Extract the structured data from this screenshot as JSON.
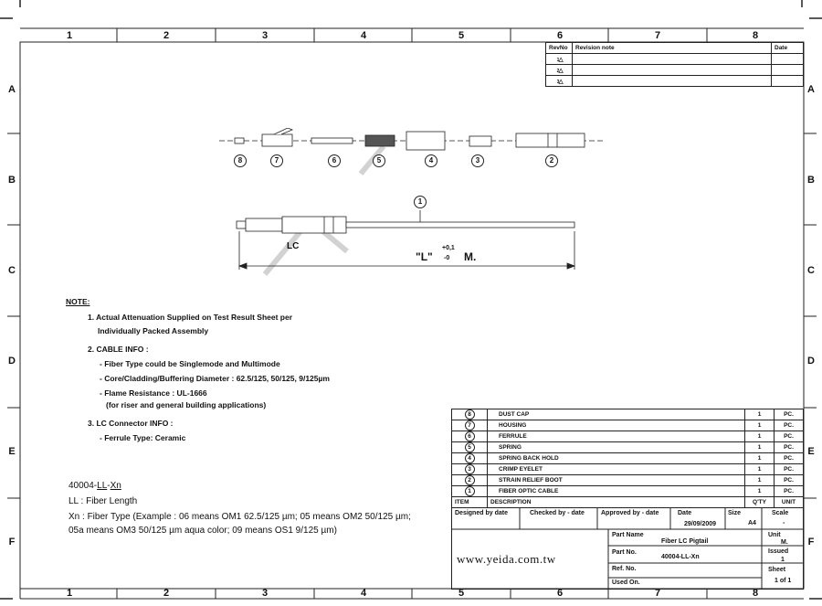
{
  "frame": {
    "columns": [
      "1",
      "2",
      "3",
      "4",
      "5",
      "6",
      "7",
      "8"
    ],
    "rows": [
      "A",
      "B",
      "C",
      "D",
      "E",
      "F"
    ]
  },
  "revision": {
    "headers": [
      "RevNo",
      "Revision note",
      "Date"
    ],
    "rows": [
      "1",
      "2",
      "3"
    ]
  },
  "parts_callouts": [
    "8",
    "7",
    "6",
    "5",
    "4",
    "3",
    "2"
  ],
  "cable_callout": "1",
  "dimension": {
    "connector_label": "LC",
    "length_label": "\"L\"",
    "tol_plus": "+0,1",
    "tol_minus": "-0",
    "unit": "M."
  },
  "notes": {
    "heading": "NOTE:",
    "n1a": "1. Actual Attenuation Supplied on Test Result Sheet per",
    "n1b": "Individually Packed Assembly",
    "n2": "2. CABLE INFO :",
    "n2a": "- Fiber Type could be Singlemode and Multimode",
    "n2b": "- Core/Cladding/Buffering Diameter : 62.5/125, 50/125, 9/125µm",
    "n2c": "- Flame Resistance : UL-1666",
    "n2d": "(for riser and general building applications)",
    "n3": "3. LC  Connector  INFO :",
    "n3a": "- Ferrule Type: Ceramic"
  },
  "code": {
    "pn_prefix": "40004-",
    "pn_ll": "LL",
    "pn_dash": "-",
    "pn_xn": "Xn",
    "ll": "LL : Fiber Length",
    "xn1": "Xn : Fiber Type (Example : 06 means OM1 62.5/125 µm; 05 means OM2 50/125 µm;",
    "xn2": "05a means OM3 50/125 µm aqua color; 09 means OS1 9/125 µm)"
  },
  "bom": {
    "rows": [
      {
        "item": "8",
        "desc": "DUST CAP",
        "qty": "1",
        "unit": "PC."
      },
      {
        "item": "7",
        "desc": "HOUSING",
        "qty": "1",
        "unit": "PC."
      },
      {
        "item": "6",
        "desc": "FERRULE",
        "qty": "1",
        "unit": "PC."
      },
      {
        "item": "5",
        "desc": "SPRING",
        "qty": "1",
        "unit": "PC."
      },
      {
        "item": "4",
        "desc": "SPRING BACK HOLD",
        "qty": "1",
        "unit": "PC."
      },
      {
        "item": "3",
        "desc": "CRIMP EYELET",
        "qty": "1",
        "unit": "PC."
      },
      {
        "item": "2",
        "desc": "STRAIN RELIEF BOOT",
        "qty": "1",
        "unit": "PC."
      },
      {
        "item": "1",
        "desc": "FIBER OPTIC CABLE",
        "qty": "1",
        "unit": "PC."
      }
    ],
    "header": {
      "item": "ITEM",
      "desc": "DESCRIPTION",
      "qty": "Q'TY",
      "unit": "UNIT"
    }
  },
  "titleblock": {
    "designed": "Designed by date",
    "checked": "Checked by - date",
    "approved": "Approved by - date",
    "date_label": "Date",
    "date_value": "29/09/2009",
    "size_label": "Size",
    "size_value": "A4",
    "scale_label": "Scale",
    "scale_value": "-",
    "part_name_label": "Part Name",
    "part_name_value": "Fiber LC Pigtail",
    "part_no_label": "Part No.",
    "part_no_value": "40004-LL-Xn",
    "ref_label": "Ref. No.",
    "used_label": "Used On.",
    "unit_label": "Unit",
    "unit_value": "M.",
    "issued_label": "Issued",
    "issued_value": "1",
    "sheet_label": "Sheet",
    "sheet_value": "1 of 1",
    "website": "www.yeida.com.tw"
  }
}
